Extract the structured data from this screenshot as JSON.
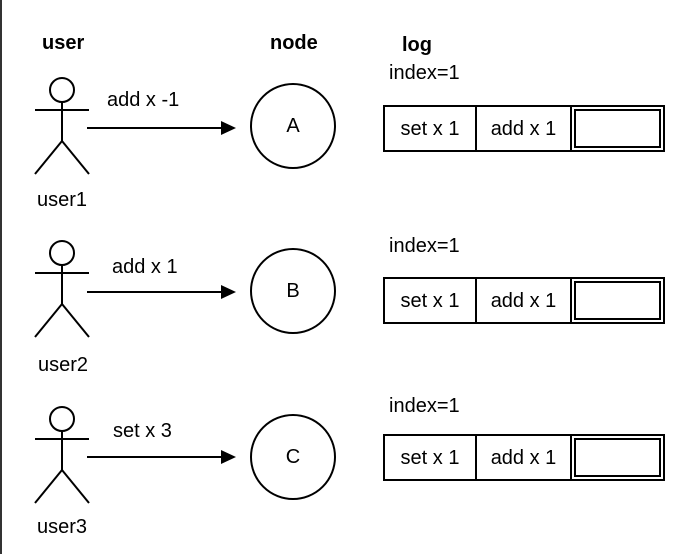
{
  "headers": {
    "user": "user",
    "node": "node",
    "log": "log"
  },
  "rows": [
    {
      "actor_label": "user1",
      "message": "add x -1",
      "node_label": "A",
      "log_index": "index=1",
      "log_cells": [
        "set x 1",
        "add x 1",
        ""
      ]
    },
    {
      "actor_label": "user2",
      "message": "add x 1",
      "node_label": "B",
      "log_index": "index=1",
      "log_cells": [
        "set x 1",
        "add x 1",
        ""
      ]
    },
    {
      "actor_label": "user3",
      "message": "set x 3",
      "node_label": "C",
      "log_index": "index=1",
      "log_cells": [
        "set x 1",
        "add x 1",
        ""
      ]
    }
  ],
  "colors": {
    "stroke": "#000000",
    "background": "#ffffff",
    "left_edge": "#333333"
  }
}
